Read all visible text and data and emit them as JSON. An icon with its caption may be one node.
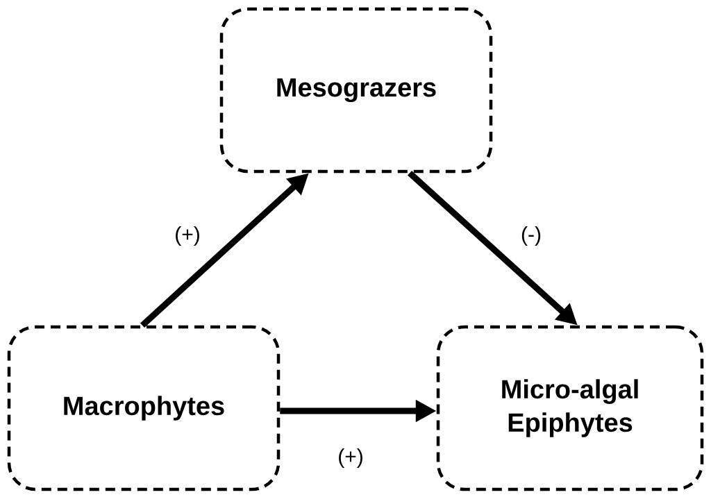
{
  "diagram": {
    "nodes": [
      {
        "text": [
          "Mesograzers"
        ]
      },
      {
        "text": [
          "Macrophytes"
        ]
      },
      {
        "text": [
          "Micro-algal Epiphytes"
        ]
      }
    ],
    "edges": [
      {
        "from": 1,
        "to": 0,
        "arrow": "to",
        "label": "(+)"
      },
      {
        "from": 0,
        "to": 2,
        "arrow": "to",
        "label": "(-)"
      },
      {
        "from": 1,
        "to": 2,
        "arrow": "to",
        "label": "(+)"
      }
    ]
  }
}
